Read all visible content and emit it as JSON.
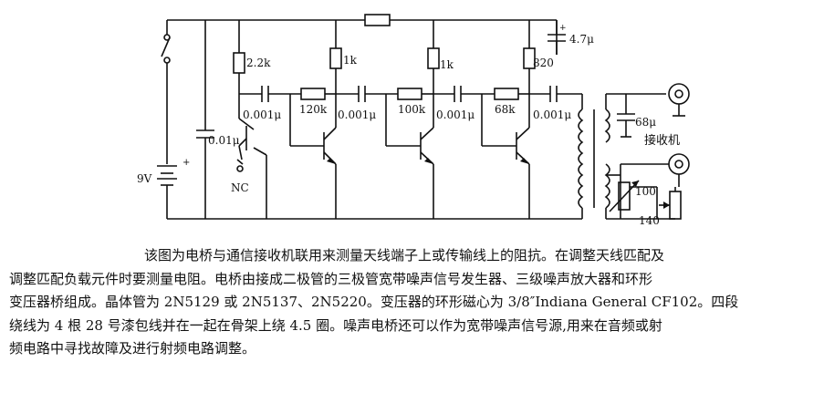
{
  "schematic": {
    "labels": {
      "r1": "2.2k",
      "r2": "1k",
      "r3": "1k",
      "r4": "820",
      "c_out_top": "4.7μ",
      "c1": "0.001μ",
      "r5": "120k",
      "c2": "0.001μ",
      "r6": "100k",
      "c3": "0.001μ",
      "r7": "68k",
      "c4": "0.001μ",
      "c5": "0.01μ",
      "c6": "68μ",
      "battery": "9V",
      "nc": "NC",
      "receiver": "接收机",
      "pot_a": "100",
      "pot_b": "140"
    }
  },
  "caption": {
    "line1": "该图为电桥与通信接收机联用来测量天线端子上或传输线上的阻抗。在调整天线匹配及",
    "line2": "调整匹配负载元件时要测量电阻。电桥由接成二极管的三极管宽带噪声信号发生器、三级噪声放大器和环形",
    "line3": "变压器桥组成。晶体管为 2N5129 或 2N5137、2N5220。变压器的环形磁心为 3/8″Indiana General CF102。四段",
    "line4": "绕线为 4 根 28 号漆包线并在一起在骨架上绕 4.5 圈。噪声电桥还可以作为宽带噪声信号源,用来在音频或射",
    "line5": "频电路中寻找故障及进行射频电路调整。"
  }
}
